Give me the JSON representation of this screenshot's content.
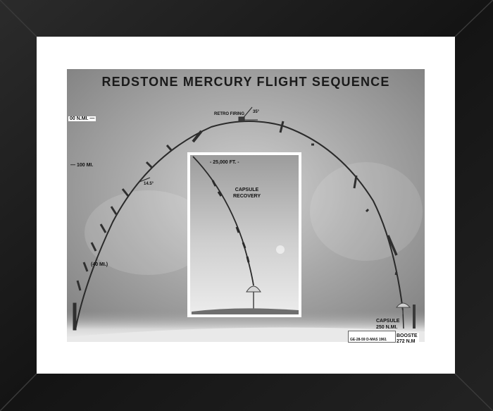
{
  "title": "REDSTONE MERCURY FLIGHT SEQUENCE",
  "labels": {
    "altitude_top": "00 N.MI.",
    "altitude_100": "100 MI.",
    "retro_firing": "RETRO FIRING",
    "retro_angle": "35°",
    "pitch_angle": "14.5°",
    "low_altitude": "(40 MI.)",
    "inset_altitude": "25,000 FT.",
    "capsule_recovery_line1": "CAPSULE",
    "capsule_recovery_line2": "RECOVERY",
    "capsule_range_line1": "CAPSULE",
    "capsule_range_line2": "250 N.MI.",
    "booster_range_line1": "BOOSTE",
    "booster_range_line2": "272 N.M"
  },
  "stamp": {
    "code": "GE-28-59   D-MAS 1961"
  },
  "colors": {
    "frame": "#1b1b1b",
    "mat": "#ffffff",
    "sky_light": "#e4e4e4",
    "sky_dark": "#7d7d7d",
    "trajectory": "#2a2a2a"
  }
}
